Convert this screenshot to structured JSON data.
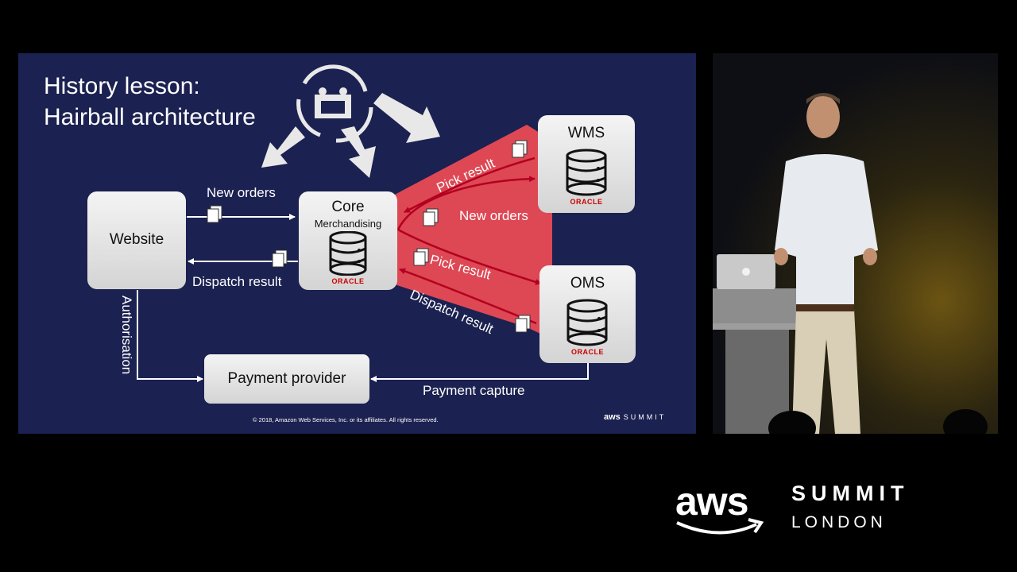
{
  "slide": {
    "title_line1": "History lesson:",
    "title_line2": "Hairball architecture",
    "nodes": {
      "website": "Website",
      "core": "Core",
      "core_sub": "Merchandising",
      "core_logo": "ORACLE",
      "wms": "WMS",
      "wms_logo": "ORACLE",
      "oms": "OMS",
      "oms_logo": "ORACLE",
      "payment": "Payment provider"
    },
    "edges": {
      "new_orders_website": "New orders",
      "dispatch_result_website": "Dispatch result",
      "authorisation": "Authorisation",
      "payment_capture": "Payment capture",
      "pick_result_wms": "Pick result",
      "new_orders_wms": "New orders",
      "pick_result_oms": "Pick result",
      "dispatch_result_oms": "Dispatch result"
    },
    "copyright": "© 2018, Amazon Web Services, Inc. or its affiliates. All rights reserved.",
    "brand_aws": "aws",
    "brand_summit": "SUMMIT"
  },
  "event_brand": {
    "logo": "aws",
    "event": "SUMMIT",
    "city": "LONDON"
  },
  "colors": {
    "slide_background": "#1b2150",
    "highlight": "#ee4c55",
    "connector": "#b3001f",
    "box": "#e6e6e6"
  },
  "icons": [
    "people-cycle-icon",
    "document-stack-icon",
    "database-icon",
    "arrow-icon"
  ]
}
